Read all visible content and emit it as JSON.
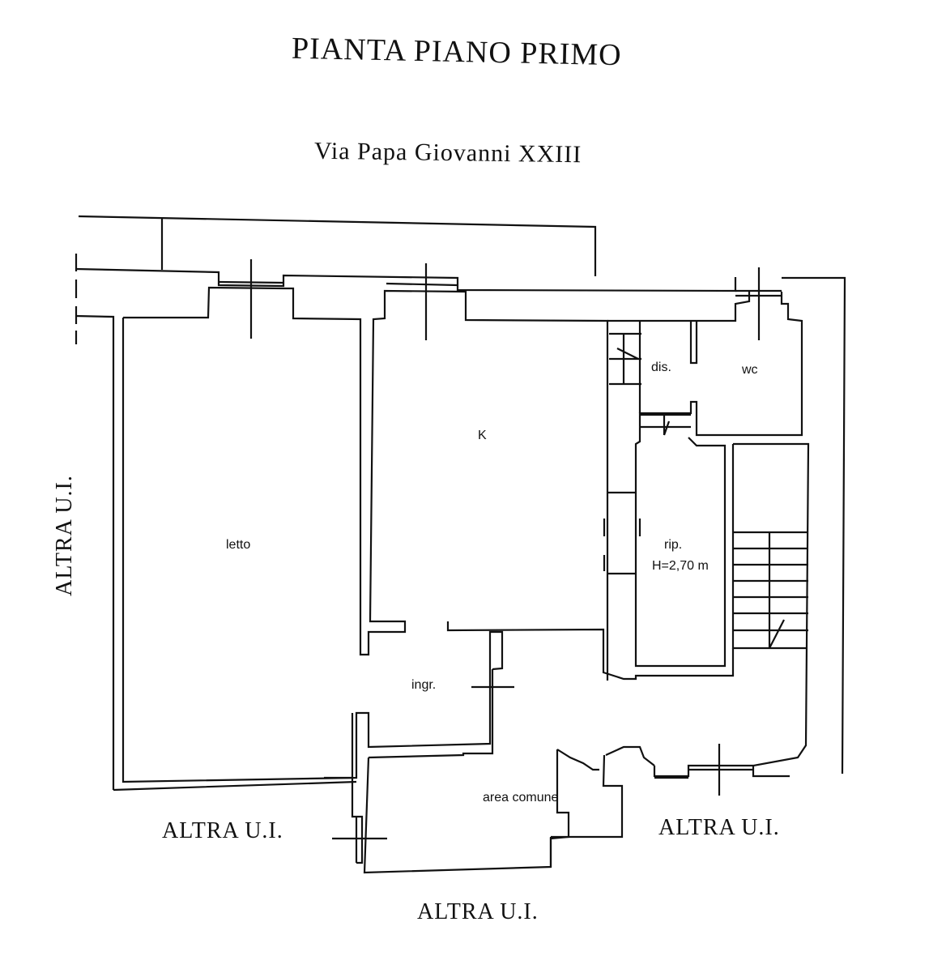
{
  "title": "PIANTA PIANO PRIMO",
  "street": "Via Papa Giovanni XXIII",
  "neighbors": {
    "left": "ALTRA U.I.",
    "bottom_left": "ALTRA U.I.",
    "bottom_right": "ALTRA U.I.",
    "bottom": "ALTRA U.I."
  },
  "rooms": {
    "bedroom": "letto",
    "kitchen": "K",
    "hallway": "dis.",
    "bathroom": "wc",
    "storage": "rip.",
    "storage_height": "H=2,70 m",
    "entrance": "ingr.",
    "common_area": "area comune"
  }
}
